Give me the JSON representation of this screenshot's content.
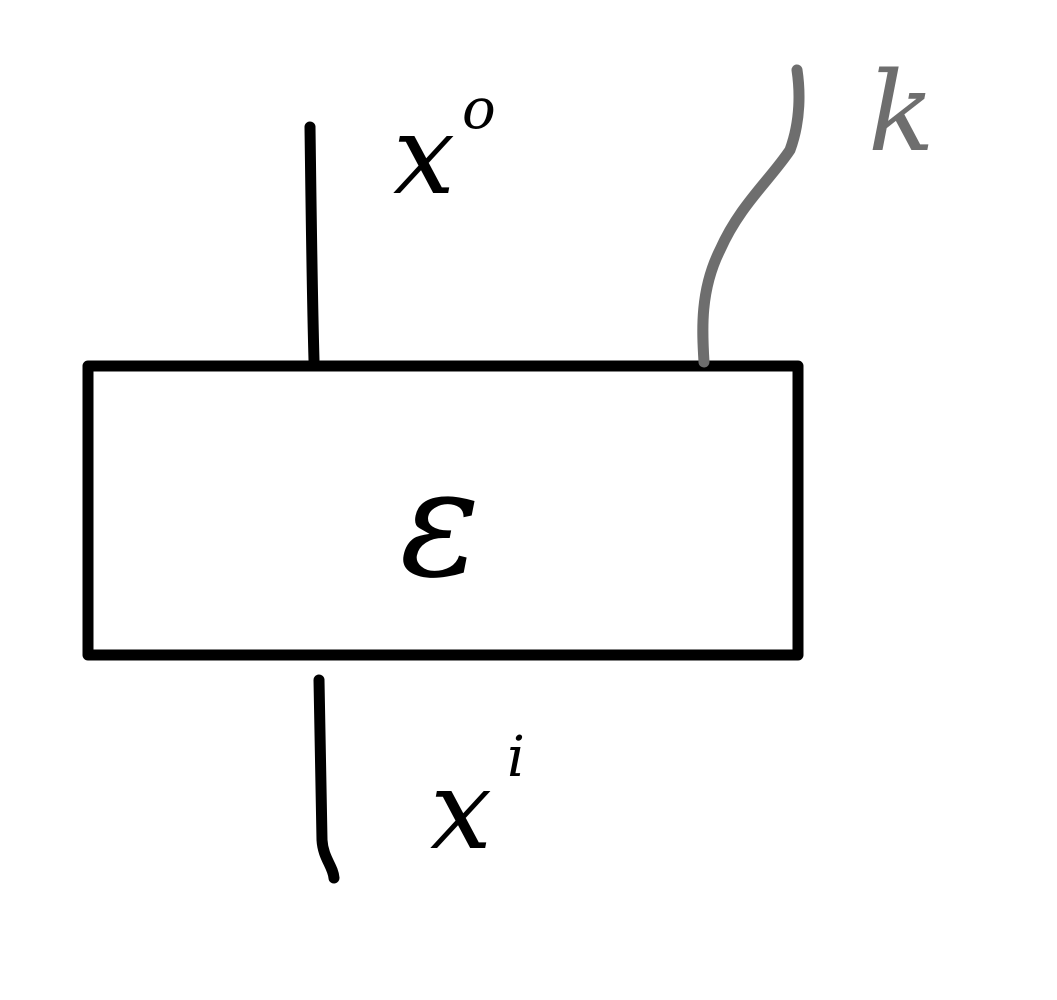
{
  "diagram": {
    "box_label": "ε",
    "output_wire_label": "x",
    "output_wire_superscript": "o",
    "input_wire_label": "x",
    "input_wire_superscript": "i",
    "key_wire_label": "k",
    "colors": {
      "ink": "#000000",
      "key_wire": "#6e6e6e",
      "background": "#ffffff"
    }
  }
}
